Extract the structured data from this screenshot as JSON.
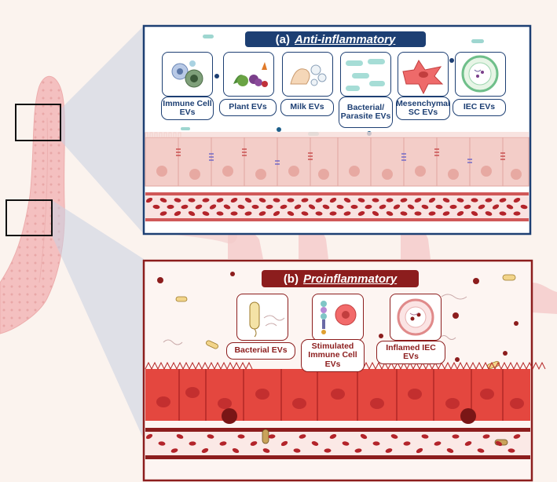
{
  "panel_a": {
    "letter": "(a)",
    "title": "Anti-inflammatory",
    "sources": [
      {
        "label": "Immune Cell EVs",
        "icon": "immune-cell-icon"
      },
      {
        "label": "Plant EVs",
        "icon": "plant-produce-icon"
      },
      {
        "label": "Milk EVs",
        "icon": "milk-icon"
      },
      {
        "label": "Bacterial/ Parasite EVs",
        "icon": "bacteria-icon"
      },
      {
        "label": "Mesenchymal SC EVs",
        "icon": "mesenchymal-cell-icon"
      },
      {
        "label": "IEC EVs",
        "icon": "iec-vesicle-icon"
      }
    ]
  },
  "panel_b": {
    "letter": "(b)",
    "title": "Proinflammatory",
    "sources": [
      {
        "label": "Bacterial EVs",
        "icon": "bacterium-icon"
      },
      {
        "label": "Stimulated Immune Cell EVs",
        "icon": "stimulated-immune-cell-icon"
      },
      {
        "label": "Inflamed IEC EVs",
        "icon": "inflamed-iec-vesicle-icon"
      }
    ]
  },
  "colors": {
    "panel_a_accent": "#1d3f73",
    "panel_b_accent": "#8c1d1d",
    "healthy_epithelium": "#f3c9c4",
    "inflamed_epithelium": "#e0403c",
    "blood_cell": "#b3242a"
  }
}
